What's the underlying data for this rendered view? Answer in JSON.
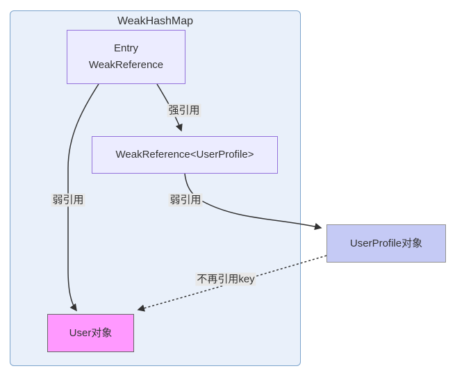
{
  "diagram": {
    "container": {
      "title": "WeakHashMap"
    },
    "nodes": {
      "entry": {
        "line1": "Entry",
        "line2": "WeakReference"
      },
      "weakref": {
        "label": "WeakReference<UserProfile>"
      },
      "userprofile": {
        "label": "UserProfile对象"
      },
      "user": {
        "label": "User对象"
      }
    },
    "edges": {
      "strong_ref_label": "强引用",
      "weak_ref_left_label": "弱引用",
      "weak_ref_right_label": "弱引用",
      "no_longer_ref_label": "不再引用key"
    },
    "colors": {
      "container_fill": "#e9f0fa",
      "container_border": "#7ba3cc",
      "default_node_fill": "#ececff",
      "default_node_border": "#9370db",
      "userprofile_fill": "#c5caf5",
      "userprofile_border": "#919191",
      "user_fill": "#ff99ff",
      "user_border": "#666666",
      "edge_stroke": "#333333",
      "edge_label_bg": "#e8e8e8"
    }
  }
}
